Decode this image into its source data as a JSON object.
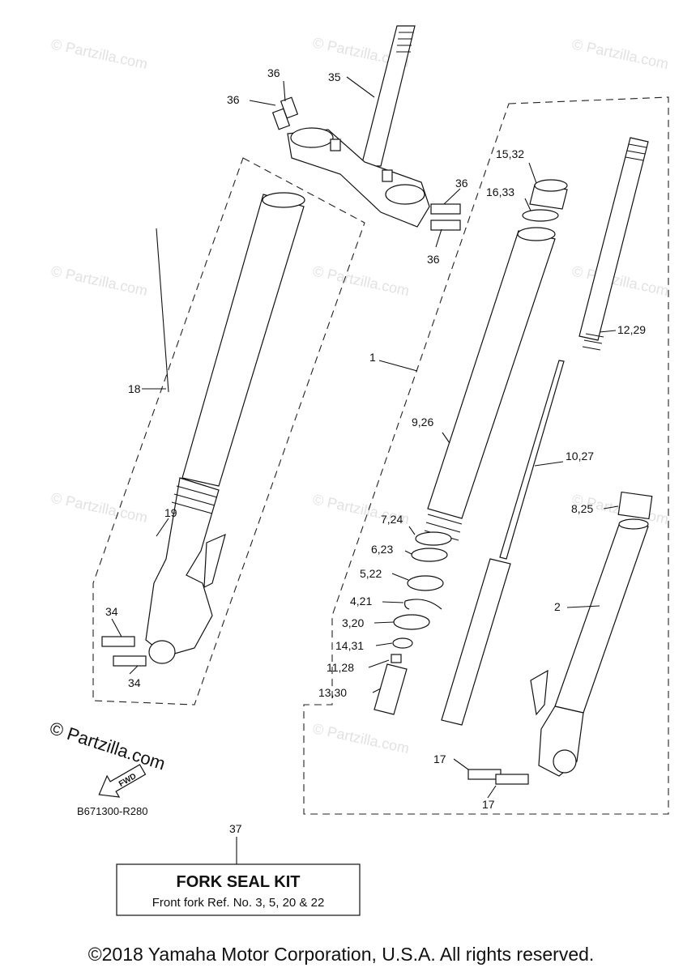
{
  "watermarks": [
    "© Partzilla.com",
    "© Partzilla.com",
    "© Partzilla.com",
    "© Partzilla.com",
    "© Partzilla.com",
    "© Partzilla.com",
    "© Partzilla.com",
    "© Partzilla.com",
    "© Partzilla.com",
    "© Partzilla.com"
  ],
  "callouts": {
    "c1": "1",
    "c2": "2",
    "c8_25": "8,25",
    "c9_26": "9,26",
    "c10_27": "10,27",
    "c12_29": "12,29",
    "c15_32": "15,32",
    "c16_33": "16,33",
    "c7_24": "7,24",
    "c6_23": "6,23",
    "c5_22": "5,22",
    "c4_21": "4,21",
    "c3_20": "3,20",
    "c14_31": "14,31",
    "c11_28": "11,28",
    "c13_30": "13,30",
    "c17a": "17",
    "c17b": "17",
    "c18": "18",
    "c19": "19",
    "c34a": "34",
    "c34b": "34",
    "c35": "35",
    "c36a": "36",
    "c36b": "36",
    "c36c": "36",
    "c36d": "36",
    "c37": "37"
  },
  "fwd_label": "FWD",
  "big_watermark": "© Partzilla.com",
  "diagram_code": "B671300-R280",
  "kit": {
    "title": "FORK SEAL KIT",
    "description": "Front fork Ref. No. 3, 5, 20 & 22"
  },
  "copyright": "©2018 Yamaha Motor Corporation, U.S.A. All rights reserved."
}
